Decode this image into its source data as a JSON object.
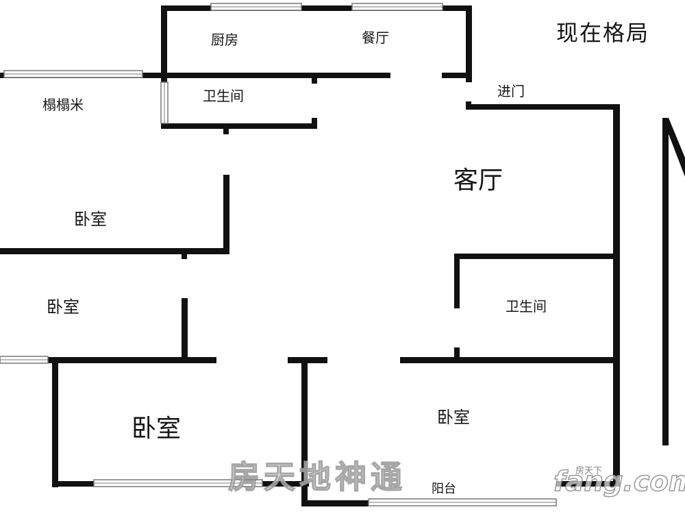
{
  "title": "现在格局",
  "rooms": {
    "kitchen": "厨房",
    "dining": "餐厅",
    "tatami": "榻榻米",
    "bath_upper": "卫生间",
    "entrance": "进门",
    "living": "客厅",
    "bedroom_upper_left": "卧室",
    "bedroom_middle_left": "卧室",
    "bath_right": "卫生间",
    "bedroom_lower_left": "卧室",
    "bedroom_lower_right": "卧室",
    "balcony": "阳台"
  },
  "watermark": "房天地神通",
  "brand": {
    "name": "fang.com",
    "sub": "房天下"
  }
}
